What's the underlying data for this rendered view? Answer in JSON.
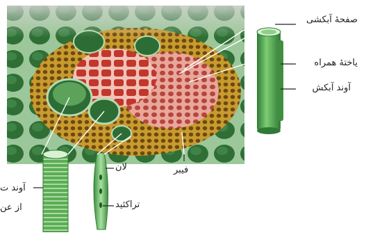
{
  "labels": {
    "sieve_plate": "صفحهٔ آبکشی",
    "companion_cell": "یاختهٔ همراه",
    "sieve_tube": "آوند آبکش",
    "pit": "لان",
    "fiber": "فیبر",
    "tracheid": "تراکئید",
    "vessel_partial_1": "آوند ت",
    "vessel_partial_2": "از عن"
  },
  "colors": {
    "xylem_green": "#4f9a4a",
    "phloem_pink": "#d98a80",
    "sclerenchyma_yellow": "#d9b84a",
    "parenchyma_green": "#3f7c3d",
    "tube_green": "#5fb35a",
    "leader_line": "#ffffff"
  }
}
